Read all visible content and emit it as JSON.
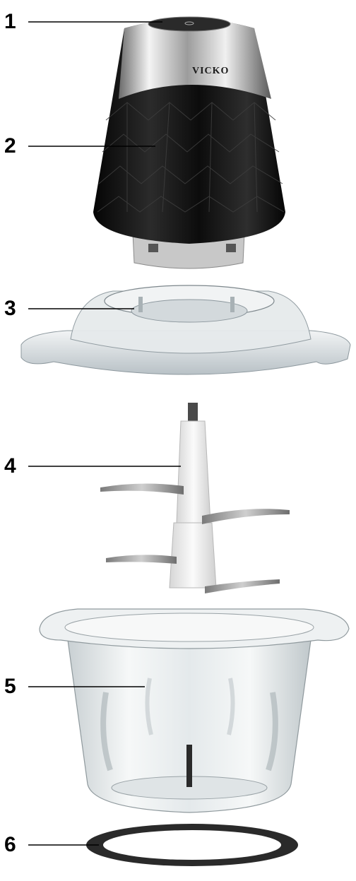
{
  "brand": "VICKO",
  "callouts": [
    {
      "number": "1",
      "part": "top-button"
    },
    {
      "number": "2",
      "part": "motor-unit"
    },
    {
      "number": "3",
      "part": "lid"
    },
    {
      "number": "4",
      "part": "blade-assembly"
    },
    {
      "number": "5",
      "part": "glass-bowl"
    },
    {
      "number": "6",
      "part": "anti-slip-ring"
    }
  ],
  "colors": {
    "motor_body": "#111111",
    "chrome": "#d9d9d9",
    "transparent_plastic": "#cfd6da",
    "blade_holder": "#eeeeee",
    "blade_steel": "#9a9a9a",
    "glass": "#e3e8ea",
    "ring": "#2a2a2a"
  }
}
